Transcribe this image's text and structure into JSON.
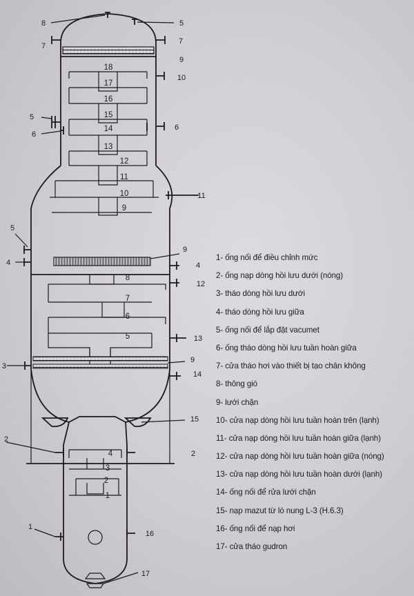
{
  "diagram": {
    "tray_labels": [
      "18",
      "17",
      "16",
      "15",
      "14",
      "13",
      "12",
      "11",
      "10",
      "9",
      "8",
      "7",
      "6",
      "5",
      "4",
      "3",
      "2",
      "1"
    ],
    "callouts": [
      "8",
      "5",
      "7",
      "7",
      "9",
      "10",
      "5",
      "6",
      "6",
      "11",
      "5",
      "9",
      "4",
      "4",
      "12",
      "13",
      "3",
      "9",
      "14",
      "15",
      "2",
      "2",
      "1",
      "16",
      "17"
    ]
  },
  "legend": [
    "1- ống nối để điều chỉnh mức",
    "2- ống nạp dòng hồi lưu dưới (nóng)",
    "3- tháo dòng hồi lưu dưới",
    "4- tháo dòng hồi lưu giữa",
    "5- ống nối để lắp đặt vacumet",
    "6- ống tháo dòng hồi lưu tuần hoàn giữa",
    "7- cửa tháo hơi vào thiết bị tạo chân không",
    "8- thông gió",
    "9- lưới chặn",
    "10- cửa nạp dòng hồi lưu tuần hoàn trên (lạnh)",
    "11- cửa nạp dòng hồi lưu tuần hoàn giữa (lạnh)",
    "12- cửa nạp dòng hồi lưu tuần hoàn giữa (nóng)",
    "13- cửa nạp dòng hồi lưu tuần hoàn dưới (lạnh)",
    "14- ống nối để rửa lưới chặn",
    "15- nạp mazut từ lò nung L-3 (H.6.3)",
    "16- ống nối để nạp hơi",
    "17- cửa tháo gudron"
  ]
}
